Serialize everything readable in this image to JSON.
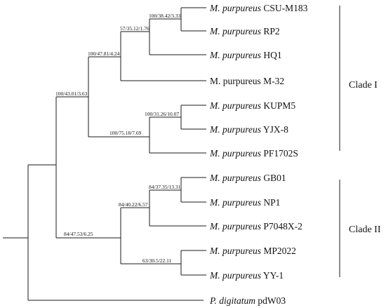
{
  "taxa": [
    {
      "id": "csu",
      "genus": "M. purpureus",
      "strain": "CSU-M183",
      "italic": true
    },
    {
      "id": "rp2",
      "genus": "M. purpureus",
      "strain": "RP2",
      "italic": true
    },
    {
      "id": "hq1",
      "genus": "M. purpureus",
      "strain": "HQ1",
      "italic": true
    },
    {
      "id": "m32",
      "genus": "M. purpureus",
      "strain": "M-32",
      "italic": false
    },
    {
      "id": "kupm5",
      "genus": "M. purpureus",
      "strain": "KUPM5",
      "italic": true
    },
    {
      "id": "yjx8",
      "genus": "M. purpureus",
      "strain": "YJX-8",
      "italic": true
    },
    {
      "id": "pf1702s",
      "genus": "M. purpureus",
      "strain": "PF1702S",
      "italic": true
    },
    {
      "id": "gb01",
      "genus": "M. purpureus",
      "strain": "GB01",
      "italic": true
    },
    {
      "id": "np1",
      "genus": "M. purpureus",
      "strain": "NP1",
      "italic": true
    },
    {
      "id": "p7048x2",
      "genus": "M. purpureus",
      "strain": "P7048X-2",
      "italic": true
    },
    {
      "id": "mp2022",
      "genus": "M. purpureus",
      "strain": "MP2022",
      "italic": true
    },
    {
      "id": "yy1",
      "genus": "M. purpureus",
      "strain": "YY-1",
      "italic": true
    },
    {
      "id": "pdw03",
      "genus": "P. digitatum",
      "strain": "pdW03",
      "italic": true
    }
  ],
  "supports": {
    "n_csu_rp2": "100/38.42/3.33",
    "n_csu_hq1": "57/35.12/1.76",
    "n_csu_m32": "100/47.81/4.24",
    "n_clade1": "100/43.01/3.63",
    "n_kupm_yjx": "100/31.26/10.07",
    "n_kupm_pf": "100/75.18/7.69",
    "n_gb_np": "84/37.35/13.31",
    "n_gb_p70": "84/40.22/6.57",
    "n_clade2": "84/47.53/6.25",
    "n_mp_yy": "63/30.5/22.11"
  },
  "clades": [
    {
      "id": "clade1",
      "label": "Clade I"
    },
    {
      "id": "clade2",
      "label": "Clade II"
    }
  ]
}
